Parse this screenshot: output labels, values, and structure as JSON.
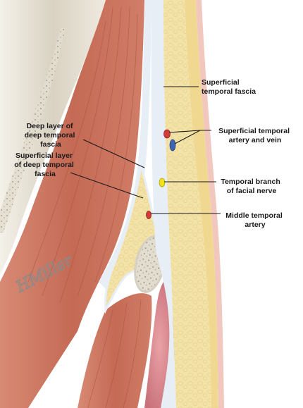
{
  "labels": {
    "superficial_temporal_fascia": [
      "Superficial",
      "temporal fascia"
    ],
    "superficial_temporal_artery_vein": [
      "Superficial temporal",
      "artery and vein"
    ],
    "temporal_branch_facial_nerve": [
      "Temporal branch",
      "of facial nerve"
    ],
    "middle_temporal_artery": [
      "Middle temporal",
      "artery"
    ],
    "deep_layer_deep_temporal_fascia": [
      "Deep layer of",
      "deep temporal",
      "fascia"
    ],
    "superficial_layer_deep_temporal_fascia": [
      "Superficial layer",
      "of deep temporal",
      "fascia"
    ]
  },
  "signature": "HMiller",
  "colors": {
    "muscle": "#c46a55",
    "muscle_dark": "#a9503d",
    "fat": "#f3e3a8",
    "fascia": "#e7eef6",
    "bone": "#e9e3d6",
    "skin": "#f2c7bd",
    "artery": "#d23b3b",
    "vein": "#3e64b0",
    "nerve": "#f1e11c",
    "gland": "#d98890"
  }
}
